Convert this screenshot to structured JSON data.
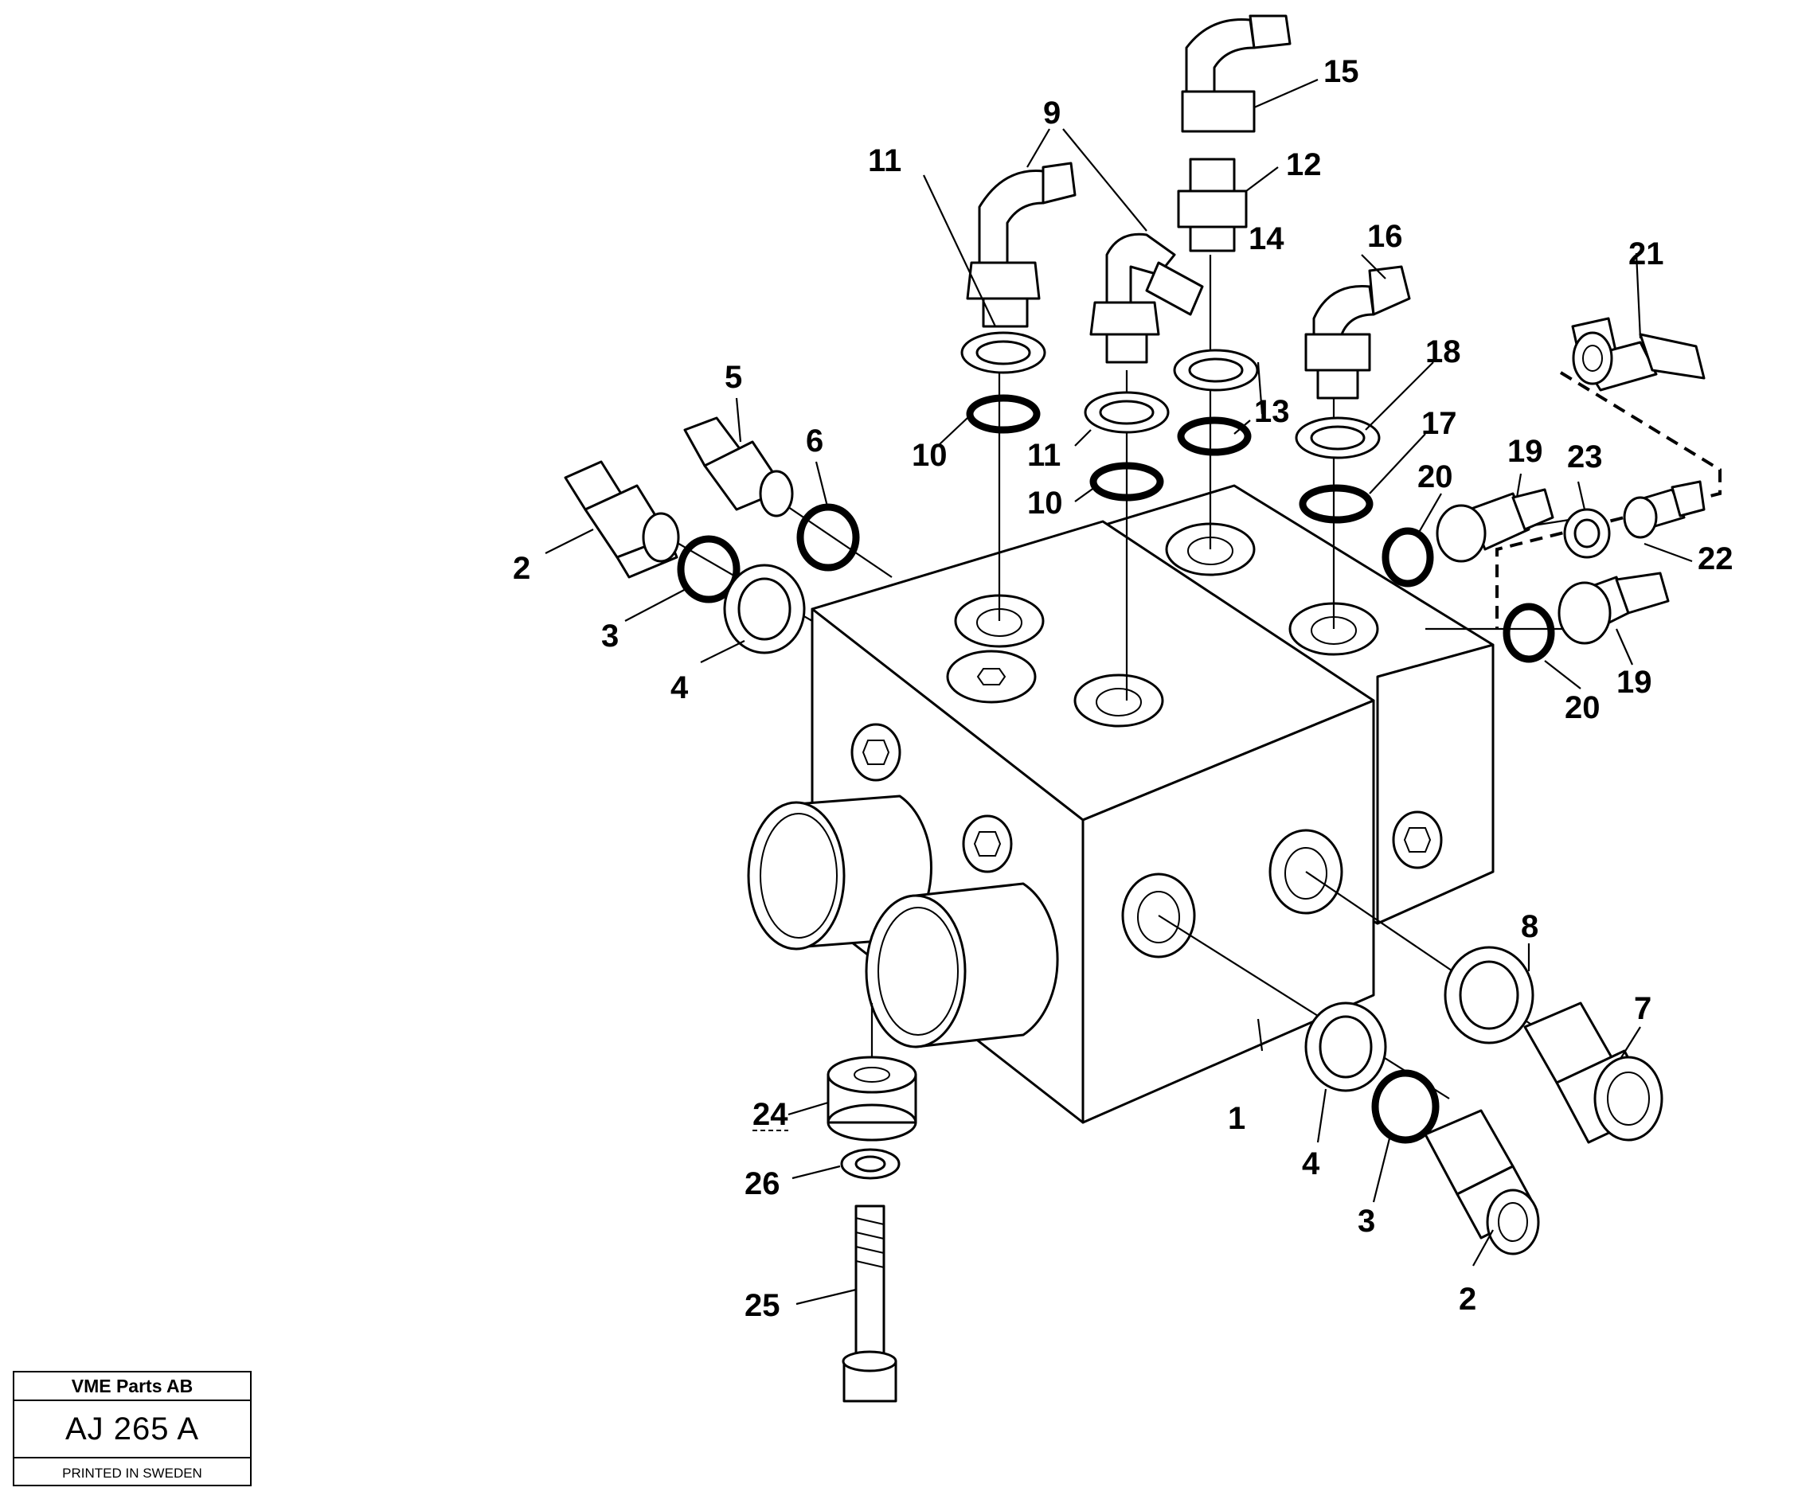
{
  "callouts": [
    {
      "id": "l1",
      "text": "1"
    },
    {
      "id": "l2a",
      "text": "2"
    },
    {
      "id": "l2b",
      "text": "2"
    },
    {
      "id": "l3a",
      "text": "3"
    },
    {
      "id": "l3b",
      "text": "3"
    },
    {
      "id": "l4a",
      "text": "4"
    },
    {
      "id": "l4b",
      "text": "4"
    },
    {
      "id": "l5",
      "text": "5"
    },
    {
      "id": "l6",
      "text": "6"
    },
    {
      "id": "l7",
      "text": "7"
    },
    {
      "id": "l8",
      "text": "8"
    },
    {
      "id": "l9",
      "text": "9"
    },
    {
      "id": "l10a",
      "text": "10"
    },
    {
      "id": "l10b",
      "text": "10"
    },
    {
      "id": "l11a",
      "text": "11"
    },
    {
      "id": "l11b",
      "text": "11"
    },
    {
      "id": "l12",
      "text": "12"
    },
    {
      "id": "l13",
      "text": "13"
    },
    {
      "id": "l14",
      "text": "14"
    },
    {
      "id": "l15",
      "text": "15"
    },
    {
      "id": "l16",
      "text": "16"
    },
    {
      "id": "l17",
      "text": "17"
    },
    {
      "id": "l18",
      "text": "18"
    },
    {
      "id": "l19a",
      "text": "19"
    },
    {
      "id": "l19b",
      "text": "19"
    },
    {
      "id": "l20a",
      "text": "20"
    },
    {
      "id": "l20b",
      "text": "20"
    },
    {
      "id": "l21",
      "text": "21"
    },
    {
      "id": "l22",
      "text": "22"
    },
    {
      "id": "l23",
      "text": "23"
    },
    {
      "id": "l24",
      "text": "24"
    },
    {
      "id": "l25",
      "text": "25"
    },
    {
      "id": "l26",
      "text": "26"
    }
  ],
  "title_block": {
    "company": "VME Parts AB",
    "drawing_number": "AJ 265 A",
    "printed": "PRINTED IN SWEDEN"
  }
}
